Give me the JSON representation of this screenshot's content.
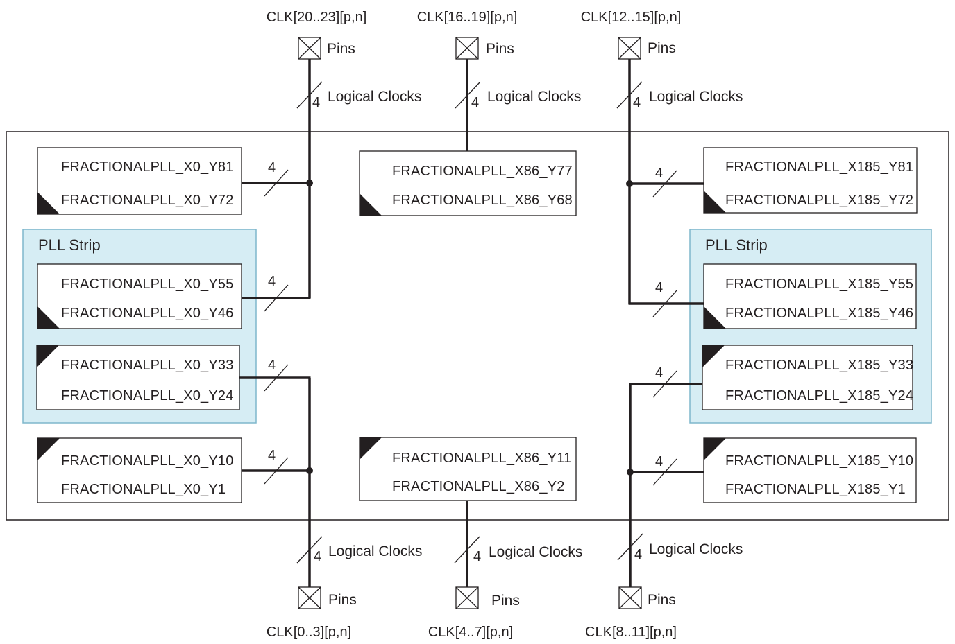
{
  "colors": {
    "line": "#231f20",
    "strip_fill": "#d6edf4",
    "strip_border": "#7fb7cc",
    "background": "#ffffff"
  },
  "clock_groups": {
    "top_left": {
      "clk": "CLK[20..23][p,n]",
      "pins": "Pins",
      "width": "4",
      "logical": "Logical Clocks"
    },
    "top_middle": {
      "clk": "CLK[16..19][p,n]",
      "pins": "Pins",
      "width": "4",
      "logical": "Logical Clocks"
    },
    "top_right": {
      "clk": "CLK[12..15][p,n]",
      "pins": "Pins",
      "width": "4",
      "logical": "Logical Clocks"
    },
    "bottom_left": {
      "clk": "CLK[0..3][p,n]",
      "pins": "Pins",
      "width": "4",
      "logical": "Logical Clocks"
    },
    "bottom_middle": {
      "clk": "CLK[4..7][p,n]",
      "pins": "Pins",
      "width": "4",
      "logical": "Logical Clocks"
    },
    "bottom_right": {
      "clk": "CLK[8..11][p,n]",
      "pins": "Pins",
      "width": "4",
      "logical": "Logical Clocks"
    }
  },
  "strips": {
    "left": {
      "title": "PLL Strip"
    },
    "right": {
      "title": "PLL Strip"
    }
  },
  "plls": {
    "l1": {
      "a": "FRACTIONALPLL_X0_Y81",
      "b": "FRACTIONALPLL_X0_Y72"
    },
    "l2": {
      "a": "FRACTIONALPLL_X0_Y55",
      "b": "FRACTIONALPLL_X0_Y46"
    },
    "l3": {
      "a": "FRACTIONALPLL_X0_Y33",
      "b": "FRACTIONALPLL_X0_Y24"
    },
    "l4": {
      "a": "FRACTIONALPLL_X0_Y10",
      "b": "FRACTIONALPLL_X0_Y1"
    },
    "m1": {
      "a": "FRACTIONALPLL_X86_Y77",
      "b": "FRACTIONALPLL_X86_Y68"
    },
    "m2": {
      "a": "FRACTIONALPLL_X86_Y11",
      "b": "FRACTIONALPLL_X86_Y2"
    },
    "r1": {
      "a": "FRACTIONALPLL_X185_Y81",
      "b": "FRACTIONALPLL_X185_Y72"
    },
    "r2": {
      "a": "FRACTIONALPLL_X185_Y55",
      "b": "FRACTIONALPLL_X185_Y46"
    },
    "r3": {
      "a": "FRACTIONALPLL_X185_Y33",
      "b": "FRACTIONALPLL_X185_Y24"
    },
    "r4": {
      "a": "FRACTIONALPLL_X185_Y10",
      "b": "FRACTIONALPLL_X185_Y1"
    }
  },
  "bus_widths": {
    "l1": "4",
    "l2": "4",
    "l3": "4",
    "l4": "4",
    "r1": "4",
    "r2": "4",
    "r3": "4",
    "r4": "4"
  }
}
